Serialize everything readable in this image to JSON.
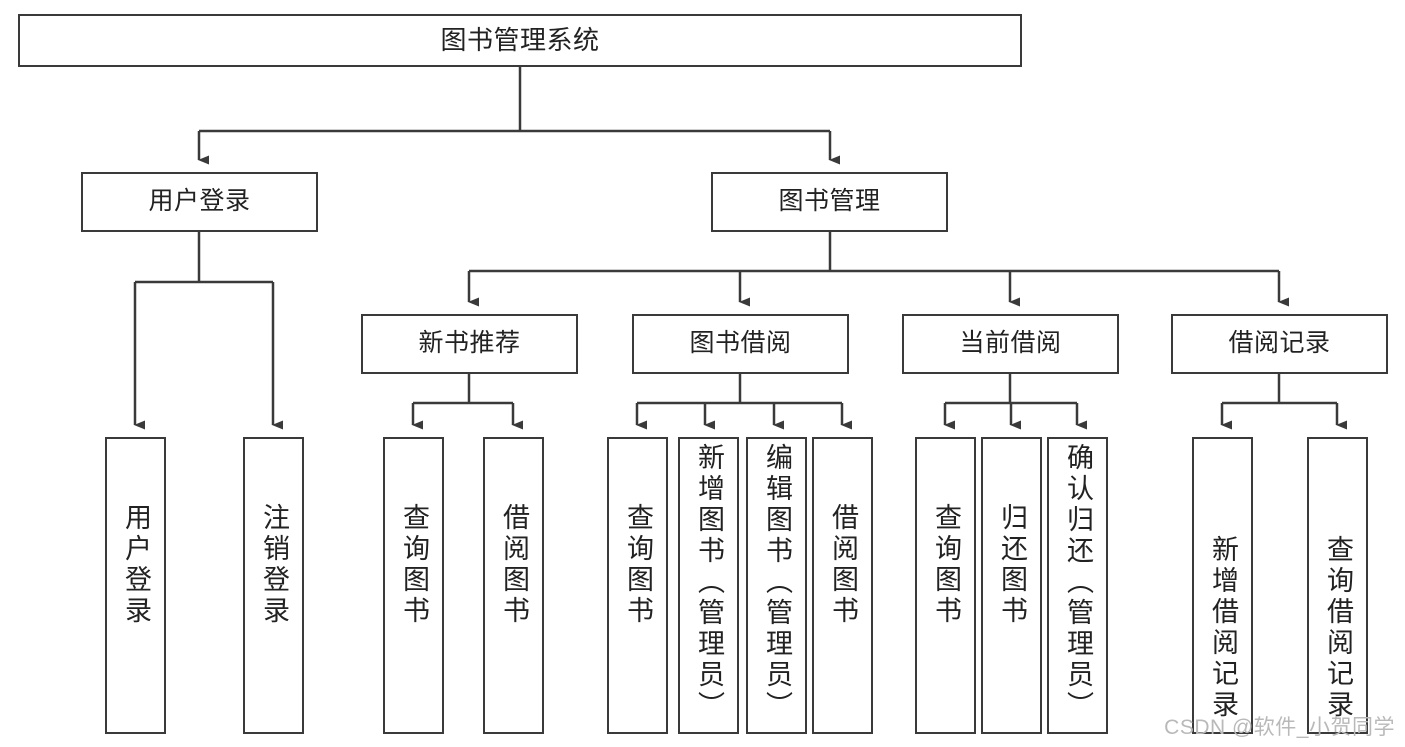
{
  "diagram": {
    "title": "图书管理系统",
    "type": "hierarchy-tree",
    "levels": 4,
    "root": {
      "id": "root",
      "label": "图书管理系统",
      "orientation": "horizontal"
    },
    "level2": [
      {
        "id": "user-login",
        "label": "用户登录",
        "orientation": "horizontal"
      },
      {
        "id": "book-management",
        "label": "图书管理",
        "orientation": "horizontal"
      }
    ],
    "level3": [
      {
        "id": "new-book-recommend",
        "label": "新书推荐",
        "orientation": "horizontal",
        "parent": "book-management"
      },
      {
        "id": "book-borrow",
        "label": "图书借阅",
        "orientation": "horizontal",
        "parent": "book-management"
      },
      {
        "id": "current-borrow",
        "label": "当前借阅",
        "orientation": "horizontal",
        "parent": "book-management"
      },
      {
        "id": "borrow-record",
        "label": "借阅记录",
        "orientation": "horizontal",
        "parent": "book-management"
      }
    ],
    "leaves": [
      {
        "id": "leaf-user-login",
        "label": "用户登录",
        "orientation": "vertical",
        "parent": "user-login"
      },
      {
        "id": "leaf-user-logout",
        "label": "注销登录",
        "orientation": "vertical",
        "parent": "user-login"
      },
      {
        "id": "leaf-query-book-1",
        "label": "查询图书",
        "orientation": "vertical",
        "parent": "new-book-recommend"
      },
      {
        "id": "leaf-borrow-book-1",
        "label": "借阅图书",
        "orientation": "vertical",
        "parent": "new-book-recommend"
      },
      {
        "id": "leaf-query-book-2",
        "label": "查询图书",
        "orientation": "vertical",
        "parent": "book-borrow"
      },
      {
        "id": "leaf-add-book",
        "label": "新增图书（管理员）",
        "orientation": "vertical",
        "parent": "book-borrow"
      },
      {
        "id": "leaf-edit-book",
        "label": "编辑图书（管理员）",
        "orientation": "vertical",
        "parent": "book-borrow"
      },
      {
        "id": "leaf-borrow-book-2",
        "label": "借阅图书",
        "orientation": "vertical",
        "parent": "book-borrow"
      },
      {
        "id": "leaf-query-book-3",
        "label": "查询图书",
        "orientation": "vertical",
        "parent": "current-borrow"
      },
      {
        "id": "leaf-return-book",
        "label": "归还图书",
        "orientation": "vertical",
        "parent": "current-borrow"
      },
      {
        "id": "leaf-confirm-return",
        "label": "确认归还（管理员）",
        "orientation": "vertical",
        "parent": "current-borrow"
      },
      {
        "id": "leaf-add-record",
        "label": "新增借阅记录",
        "orientation": "vertical",
        "parent": "borrow-record"
      },
      {
        "id": "leaf-query-record",
        "label": "查询借阅记录",
        "orientation": "vertical",
        "parent": "borrow-record"
      }
    ],
    "colors": {
      "background": "#ffffff",
      "box_border": "#3a3a3a",
      "box_fill": "#ffffff",
      "text": "#222222",
      "connector": "#3a3a3a",
      "watermark": "#b9b9b9"
    }
  },
  "watermark": {
    "text": "CSDN @软件_小贺同学"
  }
}
